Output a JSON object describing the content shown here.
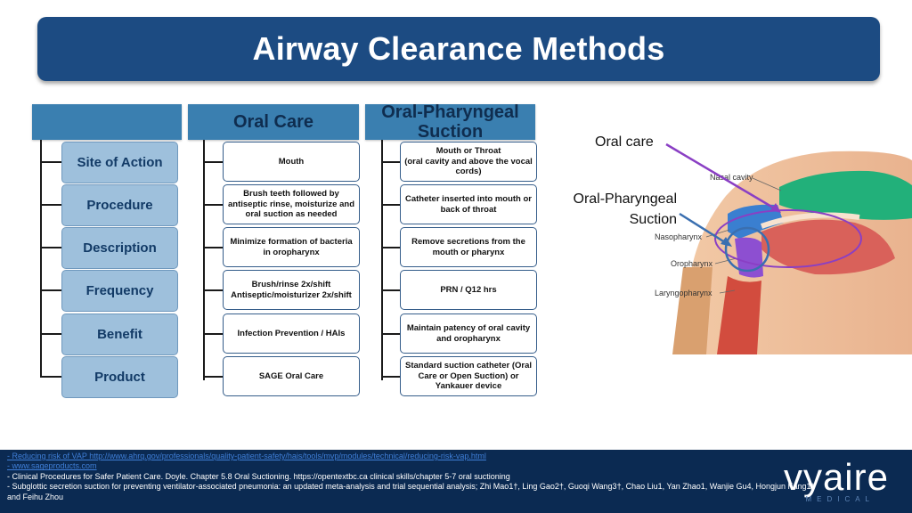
{
  "title": "Airway Clearance Methods",
  "table": {
    "col_headers": [
      "",
      "Oral Care",
      "Oral-Pharyngeal Suction"
    ],
    "rows": [
      {
        "label": "Site of Action",
        "oral_care": [
          "Mouth"
        ],
        "suction": [
          "Mouth or Throat",
          "(oral cavity and above the vocal",
          "cords)"
        ]
      },
      {
        "label": "Procedure",
        "oral_care": [
          "Brush teeth followed by",
          "antiseptic rinse, moisturize and",
          "oral suction as needed"
        ],
        "suction": [
          "Catheter inserted into mouth or",
          "back of throat"
        ]
      },
      {
        "label": "Description",
        "oral_care": [
          "Minimize formation of bacteria",
          "in oropharynx"
        ],
        "suction": [
          "Remove secretions from the",
          "mouth or pharynx"
        ]
      },
      {
        "label": "Frequency",
        "oral_care": [
          "Brush/rinse 2x/shift",
          "Antiseptic/moisturizer 2x/shift"
        ],
        "suction": [
          "PRN / Q12 hrs"
        ]
      },
      {
        "label": "Benefit",
        "oral_care": [
          "Infection Prevention / HAIs"
        ],
        "suction": [
          "Maintain patency of oral cavity",
          "and oropharynx"
        ]
      },
      {
        "label": "Product",
        "oral_care": [
          "SAGE Oral  Care"
        ],
        "suction": [
          "Standard suction catheter (Oral",
          "Care or Open Suction) or",
          "Yankauer device"
        ]
      }
    ]
  },
  "diagram": {
    "oral_care_label": "Oral care",
    "suction_label_lines": [
      "Oral-Pharyngeal",
      "Suction"
    ],
    "anatomy_labels": [
      "Nasal cavity",
      "Nasopharynx",
      "Oropharynx",
      "Laryngopharynx"
    ],
    "colors": {
      "oral_care_arrow": "#8a3fc4",
      "suction_arrow": "#3a6fb0",
      "nasal": "#22b07a",
      "naso": "#3a7fd0"
    }
  },
  "footer": {
    "lines": [
      {
        "text": "- Reducing risk of VAP http://www.ahrq.gov/professionals/quality-patient-safety/hais/tools/mvp/modules/technical/reducing-risk-vap.html",
        "link": true
      },
      {
        "text": "- www.sageproducts.com",
        "link": true
      },
      {
        "text": "- Clinical Procedures for Safer Patient Care.  Doyle. Chapter 5.8 Oral Suctioning. https://opentextbc.ca clinical skills/chapter 5-7 oral suctioning",
        "link": false
      },
      {
        "text": "- Subglottic secretion suction for preventing ventilator-associated pneumonia:  an updated meta-analysis and trial sequential analysis; Zhi Mao1†, Ling Gao2†, Guoqi Wang3†, Chao Liu1, Yan Zhao1, Wanjie Gu4, Hongjun Kang1*",
        "link": false
      },
      {
        "text": "and Feihu Zhou",
        "link": false
      }
    ],
    "logo": "vyaire",
    "logo_sub": "MEDICAL"
  }
}
